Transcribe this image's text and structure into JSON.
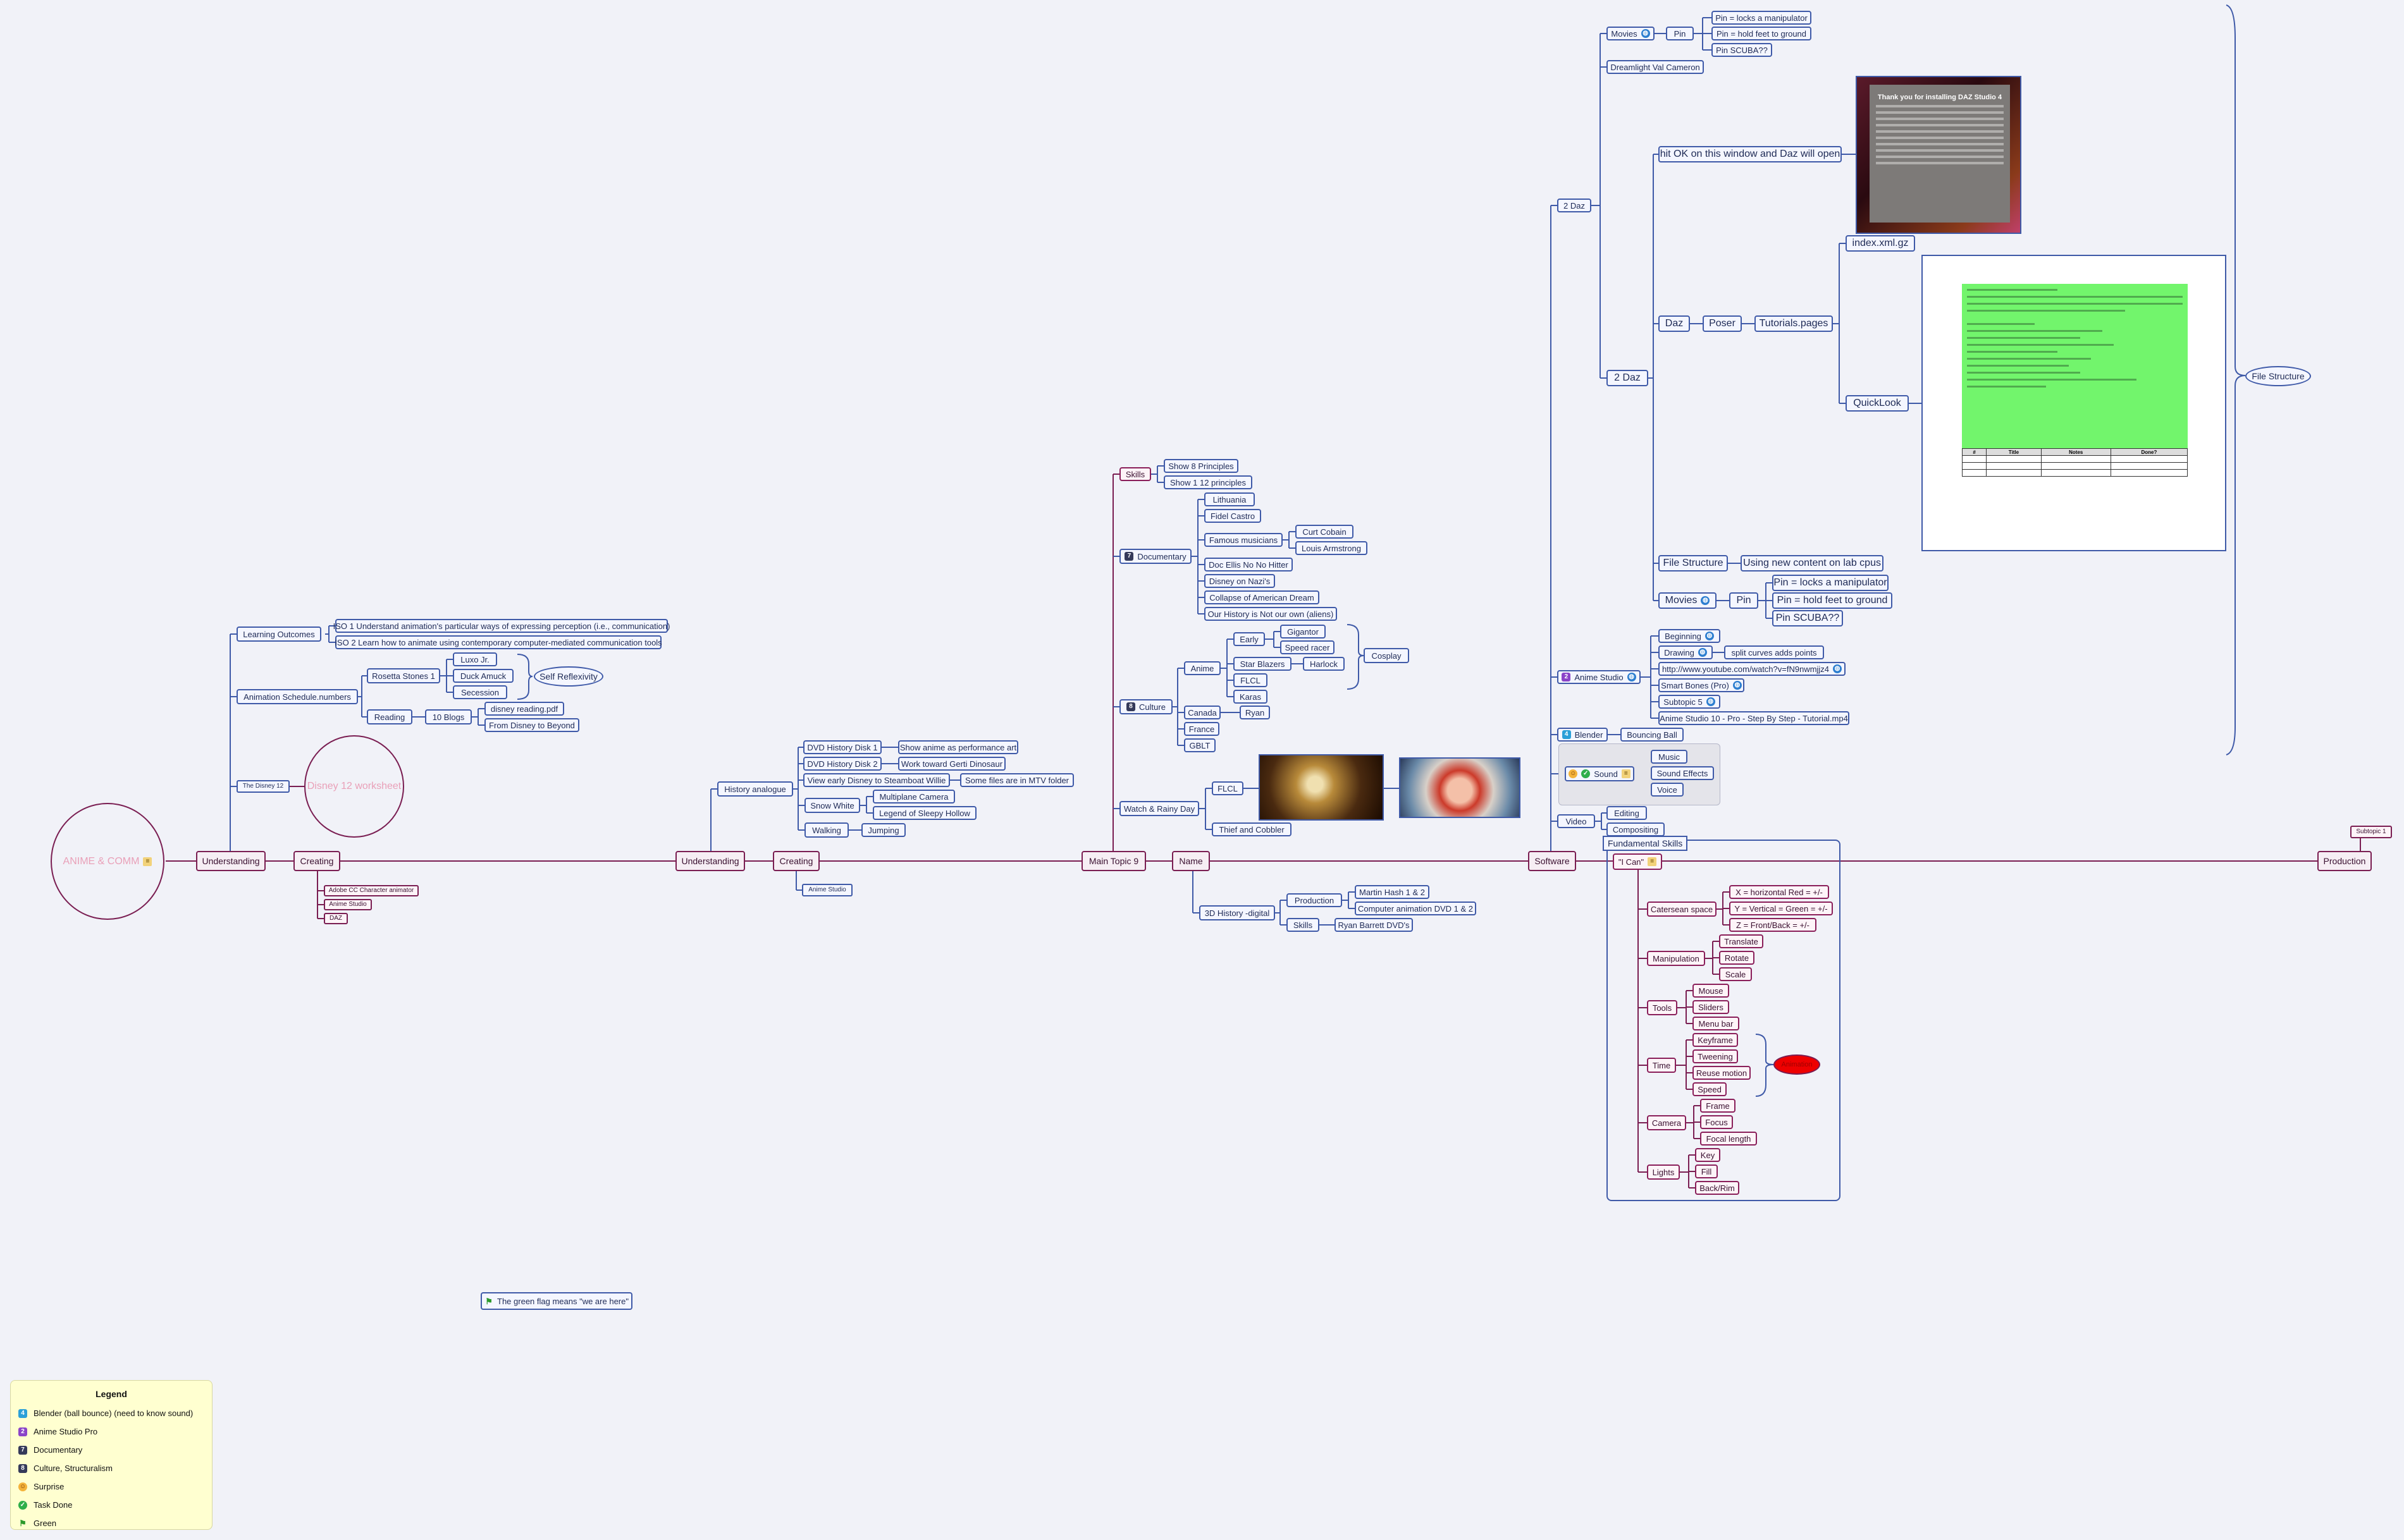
{
  "central": {
    "label": "ANIME & COMM"
  },
  "main_nodes": [
    {
      "id": "understanding_l",
      "label": "Understanding"
    },
    {
      "id": "creating_l",
      "label": "Creating"
    },
    {
      "id": "understanding_m",
      "label": "Understanding"
    },
    {
      "id": "creating_m",
      "label": "Creating"
    },
    {
      "id": "main9",
      "label": "Main Topic 9"
    },
    {
      "id": "name",
      "label": "Name"
    },
    {
      "id": "software",
      "label": "Software"
    },
    {
      "id": "production",
      "label": "Production"
    }
  ],
  "left_branch": {
    "learning": {
      "label": "Learning Outcomes",
      "items": [
        "ISO 1 Understand animation's particular ways of expressing perception (i.e., communication)",
        "ISO 2 Learn how to animate using contemporary computer-mediated communication tools"
      ]
    },
    "schedule": {
      "label": "Animation Schedule.numbers"
    },
    "rosetta": {
      "label": "Rosetta Stones 1",
      "items": [
        "Luxo Jr.",
        "Duck Amuck",
        "Secession"
      ]
    },
    "self_reflexivity": "Self Reflexivity",
    "reading": "Reading",
    "blogs": "10 Blogs",
    "reading_items": [
      "disney reading.pdf",
      "From Disney to Beyond"
    ],
    "disney12": "The Disney 12",
    "disney12_circle": "Disney 12 worksheet",
    "creating_items": [
      "Adobe CC Character animator",
      "Anime Studio",
      "DAZ"
    ]
  },
  "mid_branch": {
    "history": "History analogue",
    "dvd": [
      {
        "label": "DVD History Disk 1",
        "note": "Show anime as performance art"
      },
      {
        "label": "DVD History Disk 2",
        "note": "Work toward Gerti Dinosaur"
      },
      {
        "label": "View early Disney to Steamboat Willie",
        "note": "Some files are in MTV folder"
      }
    ],
    "snow_white": "Snow White",
    "snow_items": [
      "Multiplane Camera",
      "Legend of Sleepy Hollow"
    ],
    "walking": "Walking",
    "jumping": "Jumping",
    "anime_studio": "Anime Studio"
  },
  "main9_branch": {
    "skills": "Skills",
    "skills_items": [
      "Show 8 Principles",
      "Show 1 12 principles"
    ],
    "documentary": "Documentary",
    "doc_items": [
      "Lithuania",
      "Fidel Castro",
      "Famous musicians",
      "Doc Ellis No No Hitter",
      "Disney on Nazi's",
      "Collapse of American Dream",
      "Our History is Not our own (aliens)"
    ],
    "musicians": [
      "Curt Cobain",
      "Louis Armstrong"
    ],
    "culture": "Culture",
    "anime": "Anime",
    "anime_items": [
      "Early",
      "Star Blazers",
      "FLCL",
      "Karas"
    ],
    "early_items": [
      "Gigantor",
      "Speed racer"
    ],
    "harlock": "Harlock",
    "cosplay": "Cosplay",
    "canada": "Canada",
    "ryan": "Ryan",
    "france": "France",
    "gblt": "GBLT",
    "watch": "Watch & Rainy Day",
    "flcl": "FLCL",
    "thief": "Thief and Cobbler"
  },
  "name_branch": {
    "history3d": "3D History -digital",
    "production": "Production",
    "production_items": [
      "Martin Hash 1 & 2",
      "Computer animation DVD 1 & 2"
    ],
    "skills": "Skills",
    "skills_item": "Ryan Barrett DVD's"
  },
  "software_branch": {
    "daz2_top": "2 Daz",
    "movies": "Movies",
    "pin": "Pin",
    "pin_items": [
      "Pin = locks a manipulator",
      "Pin = hold feet to ground",
      "Pin SCUBA??"
    ],
    "dreamlight": "Dreamlight Val Cameron",
    "daz2": "2 Daz",
    "hit_ok": "hit OK on this window and Daz will open",
    "daz": "Daz",
    "poser": "Poser",
    "tutorials": "Tutorials.pages",
    "index": "index.xml.gz",
    "quicklook": "QuickLook",
    "file_structure": "File Structure",
    "file_structure_note": "Using new content on lab cpus",
    "movies2": "Movies",
    "pin2": "Pin",
    "pin2_items": [
      "Pin = locks a manipulator",
      "Pin = hold feet to ground",
      "Pin SCUBA??"
    ],
    "file_structure_ellipse": "File Structure",
    "daz_screen_title": "Thank you for installing DAZ Studio 4",
    "anime_studio": "Anime Studio",
    "anime_studio_items": [
      "Beginning",
      "Drawing",
      "http://www.youtube.com/watch?v=fN9nwmjjz4",
      "Smart Bones (Pro)",
      "Subtopic 5",
      "Anime Studio 10 - Pro - Step By Step - Tutorial.mp4"
    ],
    "split_curves": "split curves adds points",
    "blender": "Blender",
    "bouncing": "Bouncing Ball",
    "sound": "Sound",
    "sound_items": [
      "Music",
      "Sound Effects",
      "Voice"
    ],
    "video": "Video",
    "video_items": [
      "Editing",
      "Compositing"
    ],
    "doc_table_headers": [
      "#",
      "Title",
      "Notes",
      "Done?"
    ]
  },
  "fundamental": {
    "title": "Fundamental Skills",
    "i_can": "\"I Can\"",
    "groups": [
      {
        "label": "Catersean space",
        "items": [
          "X = horizontal Red = +/-",
          "Y = Vertical = Green = +/-",
          "Z = Front/Back = +/-"
        ]
      },
      {
        "label": "Manipulation",
        "items": [
          "Translate",
          "Rotate",
          "Scale"
        ]
      },
      {
        "label": "Tools",
        "items": [
          "Mouse",
          "Sliders",
          "Menu bar"
        ]
      },
      {
        "label": "Time",
        "items": [
          "Keyframe",
          "Tweening",
          "Reuse motion",
          "Speed"
        ]
      },
      {
        "label": "Camera",
        "items": [
          "Frame",
          "Focus",
          "Focal length"
        ]
      },
      {
        "label": "Lights",
        "items": [
          "Key",
          "Fill",
          "Back/Rim"
        ]
      }
    ],
    "time_tag": "Animation"
  },
  "production_sub": "Subtopic 1",
  "green_flag_note": "The green flag means \"we are here\"",
  "legend": {
    "title": "Legend",
    "rows": [
      {
        "icon": "num-4-icon",
        "label": "Blender (ball bounce) (need to know sound)"
      },
      {
        "icon": "num-2-icon",
        "label": "Anime Studio Pro"
      },
      {
        "icon": "num-7-icon",
        "label": "Documentary"
      },
      {
        "icon": "num-8-icon",
        "label": "Culture, Structuralism"
      },
      {
        "icon": "surprise-icon",
        "label": "Surprise"
      },
      {
        "icon": "task-done-icon",
        "label": "Task Done"
      },
      {
        "icon": "green-flag-icon",
        "label": "Green"
      }
    ]
  },
  "colors": {
    "edge_blue": "#3f5aa8",
    "edge_main": "#7a1e52",
    "background": "#f1f2f8"
  }
}
